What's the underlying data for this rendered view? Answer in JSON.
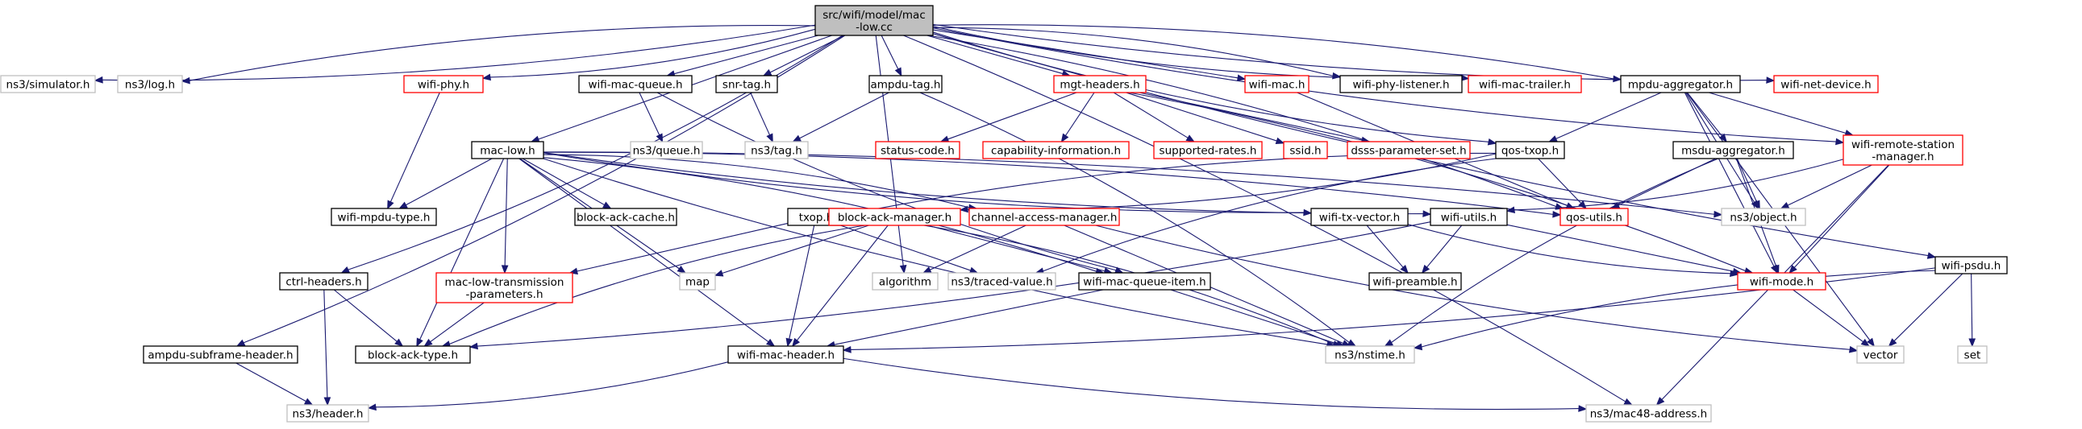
{
  "graph": {
    "style": {
      "root_fill": "#bfbfbf",
      "root_stroke": "#000000",
      "documented_stroke": "#000000",
      "undocumented_stroke": "#ff0000",
      "external_stroke": "#bfbfbf",
      "external_text": "#000000",
      "edge_color": "#191970"
    },
    "nodes": [
      {
        "id": "root",
        "lines": [
          "src/wifi/model/mac",
          "-low.cc"
        ],
        "kind": "root"
      },
      {
        "id": "simulator",
        "lines": [
          "ns3/simulator.h"
        ],
        "kind": "external"
      },
      {
        "id": "log",
        "lines": [
          "ns3/log.h"
        ],
        "kind": "external"
      },
      {
        "id": "wifiphy",
        "lines": [
          "wifi-phy.h"
        ],
        "kind": "undocumented"
      },
      {
        "id": "wifimacqueue",
        "lines": [
          "wifi-mac-queue.h"
        ],
        "kind": "documented"
      },
      {
        "id": "snrtag",
        "lines": [
          "snr-tag.h"
        ],
        "kind": "documented"
      },
      {
        "id": "ampdutag",
        "lines": [
          "ampdu-tag.h"
        ],
        "kind": "documented"
      },
      {
        "id": "mgtheaders",
        "lines": [
          "mgt-headers.h"
        ],
        "kind": "undocumented"
      },
      {
        "id": "wifimac",
        "lines": [
          "wifi-mac.h"
        ],
        "kind": "undocumented"
      },
      {
        "id": "wifiphylistener",
        "lines": [
          "wifi-phy-listener.h"
        ],
        "kind": "documented"
      },
      {
        "id": "wifimactrailer",
        "lines": [
          "wifi-mac-trailer.h"
        ],
        "kind": "undocumented"
      },
      {
        "id": "mpduaggregator",
        "lines": [
          "mpdu-aggregator.h"
        ],
        "kind": "documented"
      },
      {
        "id": "wifinetdevice",
        "lines": [
          "wifi-net-device.h"
        ],
        "kind": "undocumented"
      },
      {
        "id": "nsqueue",
        "lines": [
          "ns3/queue.h"
        ],
        "kind": "external"
      },
      {
        "id": "nstag",
        "lines": [
          "ns3/tag.h"
        ],
        "kind": "external"
      },
      {
        "id": "statuscode",
        "lines": [
          "status-code.h"
        ],
        "kind": "undocumented"
      },
      {
        "id": "capinfo",
        "lines": [
          "capability-information.h"
        ],
        "kind": "undocumented"
      },
      {
        "id": "supportedrates",
        "lines": [
          "supported-rates.h"
        ],
        "kind": "undocumented"
      },
      {
        "id": "ssid",
        "lines": [
          "ssid.h"
        ],
        "kind": "undocumented"
      },
      {
        "id": "dsss",
        "lines": [
          "dsss-parameter-set.h"
        ],
        "kind": "undocumented"
      },
      {
        "id": "qostxop",
        "lines": [
          "qos-txop.h"
        ],
        "kind": "documented"
      },
      {
        "id": "msduaggregator",
        "lines": [
          "msdu-aggregator.h"
        ],
        "kind": "documented"
      },
      {
        "id": "remotestation",
        "lines": [
          "wifi-remote-station",
          "-manager.h"
        ],
        "kind": "undocumented"
      },
      {
        "id": "maclow",
        "lines": [
          "mac-low.h"
        ],
        "kind": "documented"
      },
      {
        "id": "wifimpdutype",
        "lines": [
          "wifi-mpdu-type.h"
        ],
        "kind": "documented"
      },
      {
        "id": "blockackcache",
        "lines": [
          "block-ack-cache.h"
        ],
        "kind": "documented"
      },
      {
        "id": "txop",
        "lines": [
          "txop.h"
        ],
        "kind": "documented"
      },
      {
        "id": "blockackmanager",
        "lines": [
          "block-ack-manager.h"
        ],
        "kind": "undocumented"
      },
      {
        "id": "channelaccess",
        "lines": [
          "channel-access-manager.h"
        ],
        "kind": "undocumented"
      },
      {
        "id": "wifitxvector",
        "lines": [
          "wifi-tx-vector.h"
        ],
        "kind": "documented"
      },
      {
        "id": "wifiutils",
        "lines": [
          "wifi-utils.h"
        ],
        "kind": "documented"
      },
      {
        "id": "qosutils",
        "lines": [
          "qos-utils.h"
        ],
        "kind": "undocumented"
      },
      {
        "id": "nsobject",
        "lines": [
          "ns3/object.h"
        ],
        "kind": "external"
      },
      {
        "id": "ctrlheaders",
        "lines": [
          "ctrl-headers.h"
        ],
        "kind": "documented"
      },
      {
        "id": "maclowtx",
        "lines": [
          "mac-low-transmission",
          "-parameters.h"
        ],
        "kind": "undocumented"
      },
      {
        "id": "map",
        "lines": [
          "map"
        ],
        "kind": "external"
      },
      {
        "id": "algorithm",
        "lines": [
          "algorithm"
        ],
        "kind": "external"
      },
      {
        "id": "tracedvalue",
        "lines": [
          "ns3/traced-value.h"
        ],
        "kind": "external"
      },
      {
        "id": "macqueueitem",
        "lines": [
          "wifi-mac-queue-item.h"
        ],
        "kind": "documented"
      },
      {
        "id": "wifipreamble",
        "lines": [
          "wifi-preamble.h"
        ],
        "kind": "documented"
      },
      {
        "id": "wifimode",
        "lines": [
          "wifi-mode.h"
        ],
        "kind": "undocumented"
      },
      {
        "id": "wifipsdu",
        "lines": [
          "wifi-psdu.h"
        ],
        "kind": "documented"
      },
      {
        "id": "ampdusubframe",
        "lines": [
          "ampdu-subframe-header.h"
        ],
        "kind": "documented"
      },
      {
        "id": "blockacktype",
        "lines": [
          "block-ack-type.h"
        ],
        "kind": "documented"
      },
      {
        "id": "wifimacheader",
        "lines": [
          "wifi-mac-header.h"
        ],
        "kind": "documented"
      },
      {
        "id": "nsnstime",
        "lines": [
          "ns3/nstime.h"
        ],
        "kind": "external"
      },
      {
        "id": "vector",
        "lines": [
          "vector"
        ],
        "kind": "external"
      },
      {
        "id": "set",
        "lines": [
          "set"
        ],
        "kind": "external"
      },
      {
        "id": "nsheader",
        "lines": [
          "ns3/header.h"
        ],
        "kind": "external"
      },
      {
        "id": "nsmac48",
        "lines": [
          "ns3/mac48-address.h"
        ],
        "kind": "external"
      }
    ],
    "edges": [
      [
        "root",
        "simulator"
      ],
      [
        "root",
        "log"
      ],
      [
        "root",
        "wifiphy"
      ],
      [
        "root",
        "wifimacqueue"
      ],
      [
        "root",
        "snrtag"
      ],
      [
        "root",
        "ampdutag"
      ],
      [
        "root",
        "mgtheaders"
      ],
      [
        "root",
        "wifimac"
      ],
      [
        "root",
        "wifiphylistener"
      ],
      [
        "root",
        "wifimactrailer"
      ],
      [
        "root",
        "mpduaggregator"
      ],
      [
        "root",
        "wifinetdevice"
      ],
      [
        "root",
        "maclow"
      ],
      [
        "root",
        "qostxop"
      ],
      [
        "root",
        "qosutils"
      ],
      [
        "root",
        "remotestation"
      ],
      [
        "root",
        "ctrlheaders"
      ],
      [
        "root",
        "algorithm"
      ],
      [
        "root",
        "ampdusubframe"
      ],
      [
        "root",
        "wifipsdu"
      ],
      [
        "root",
        "nsmac48"
      ],
      [
        "wifiphy",
        "wifimpdutype"
      ],
      [
        "wifimacqueue",
        "nsqueue"
      ],
      [
        "wifimacqueue",
        "macqueueitem"
      ],
      [
        "snrtag",
        "nstag"
      ],
      [
        "ampdutag",
        "nstag"
      ],
      [
        "ampdutag",
        "nsnstime"
      ],
      [
        "mgtheaders",
        "statuscode"
      ],
      [
        "mgtheaders",
        "capinfo"
      ],
      [
        "mgtheaders",
        "supportedrates"
      ],
      [
        "mgtheaders",
        "ssid"
      ],
      [
        "mgtheaders",
        "dsss"
      ],
      [
        "mgtheaders",
        "wifimode"
      ],
      [
        "wifimac",
        "qosutils"
      ],
      [
        "mpduaggregator",
        "qostxop"
      ],
      [
        "mpduaggregator",
        "nsobject"
      ],
      [
        "mpduaggregator",
        "wifimode"
      ],
      [
        "mpduaggregator",
        "vector"
      ],
      [
        "mpduaggregator",
        "msduaggregator"
      ],
      [
        "mpduaggregator",
        "remotestation"
      ],
      [
        "qostxop",
        "qosutils"
      ],
      [
        "qostxop",
        "txop"
      ],
      [
        "qostxop",
        "blockackmanager"
      ],
      [
        "qostxop",
        "tracedvalue"
      ],
      [
        "msduaggregator",
        "qosutils"
      ],
      [
        "msduaggregator",
        "nsobject"
      ],
      [
        "msduaggregator",
        "wifimode"
      ],
      [
        "msduaggregator",
        "nsnstime"
      ],
      [
        "remotestation",
        "nsobject"
      ],
      [
        "remotestation",
        "wifimode"
      ],
      [
        "remotestation",
        "wifiutils"
      ],
      [
        "remotestation",
        "nsmac48"
      ],
      [
        "maclow",
        "wifimpdutype"
      ],
      [
        "maclow",
        "blockackcache"
      ],
      [
        "maclow",
        "map"
      ],
      [
        "maclow",
        "maclowtx"
      ],
      [
        "maclow",
        "blockacktype"
      ],
      [
        "maclow",
        "wifimacheader"
      ],
      [
        "maclow",
        "channelaccess"
      ],
      [
        "maclow",
        "wifitxvector"
      ],
      [
        "maclow",
        "qosutils"
      ],
      [
        "maclow",
        "wifiutils"
      ],
      [
        "maclow",
        "nsobject"
      ],
      [
        "maclow",
        "nsnstime"
      ],
      [
        "maclow",
        "macqueueitem"
      ],
      [
        "txop",
        "maclowtx"
      ],
      [
        "txop",
        "tracedvalue"
      ],
      [
        "txop",
        "wifimacheader"
      ],
      [
        "blockackmanager",
        "map"
      ],
      [
        "blockackmanager",
        "blockacktype"
      ],
      [
        "blockackmanager",
        "wifimacheader"
      ],
      [
        "blockackmanager",
        "macqueueitem"
      ],
      [
        "blockackmanager",
        "nsnstime"
      ],
      [
        "channelaccess",
        "algorithm"
      ],
      [
        "channelaccess",
        "nsnstime"
      ],
      [
        "channelaccess",
        "vector"
      ],
      [
        "wifitxvector",
        "wifipreamble"
      ],
      [
        "wifitxvector",
        "wifimode"
      ],
      [
        "wifiutils",
        "wifipreamble"
      ],
      [
        "wifiutils",
        "wifimode"
      ],
      [
        "wifiutils",
        "blockacktype"
      ],
      [
        "ctrlheaders",
        "blockacktype"
      ],
      [
        "ctrlheaders",
        "nsheader"
      ],
      [
        "maclowtx",
        "blockacktype"
      ],
      [
        "macqueueitem",
        "wifimacheader"
      ],
      [
        "macqueueitem",
        "nsnstime"
      ],
      [
        "wifimode",
        "vector"
      ],
      [
        "wifipsdu",
        "nsnstime"
      ],
      [
        "wifipsdu",
        "vector"
      ],
      [
        "wifipsdu",
        "set"
      ],
      [
        "wifipsdu",
        "wifimacheader"
      ],
      [
        "ampdusubframe",
        "nsheader"
      ],
      [
        "wifimacheader",
        "nsheader"
      ],
      [
        "wifimacheader",
        "nsmac48"
      ]
    ]
  }
}
